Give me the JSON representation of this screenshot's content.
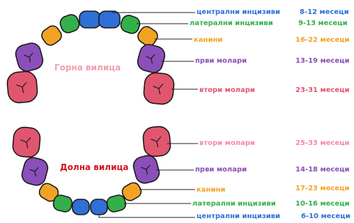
{
  "colors": {
    "central": "#2f6fd6",
    "lateral": "#33b04a",
    "canine": "#f2a324",
    "first_molar": "#8a4fb8",
    "second_molar": "#e0566e",
    "upper_title": "#f0a0b0",
    "lower_title": "#d4141e"
  },
  "upper": {
    "title": "Горна вилица",
    "rows": [
      {
        "tooth": "central",
        "name": "централни инцизиви",
        "age": "8-12 месеци"
      },
      {
        "tooth": "lateral",
        "name": "латерални инцизиви",
        "age": "9-13 месеци"
      },
      {
        "tooth": "canine",
        "name": "канини",
        "age": "16-22 месеци"
      },
      {
        "tooth": "first_molar",
        "name": "први молари",
        "age": "13-19 месеци"
      },
      {
        "tooth": "second_molar",
        "name": "втори молари",
        "age": "23-31 месеци"
      }
    ]
  },
  "lower": {
    "title": "Долна вилица",
    "rows": [
      {
        "tooth": "second_molar",
        "name": "втори молари",
        "age": "25-33 месеци"
      },
      {
        "tooth": "first_molar",
        "name": "први молари",
        "age": "14-18 месеци"
      },
      {
        "tooth": "canine",
        "name": "канини",
        "age": "17-23 месеци"
      },
      {
        "tooth": "lateral",
        "name": "латерални инцизиви",
        "age": "10-16 месеци"
      },
      {
        "tooth": "central",
        "name": "централни инцизиви",
        "age": "6-10 месеци"
      }
    ]
  }
}
